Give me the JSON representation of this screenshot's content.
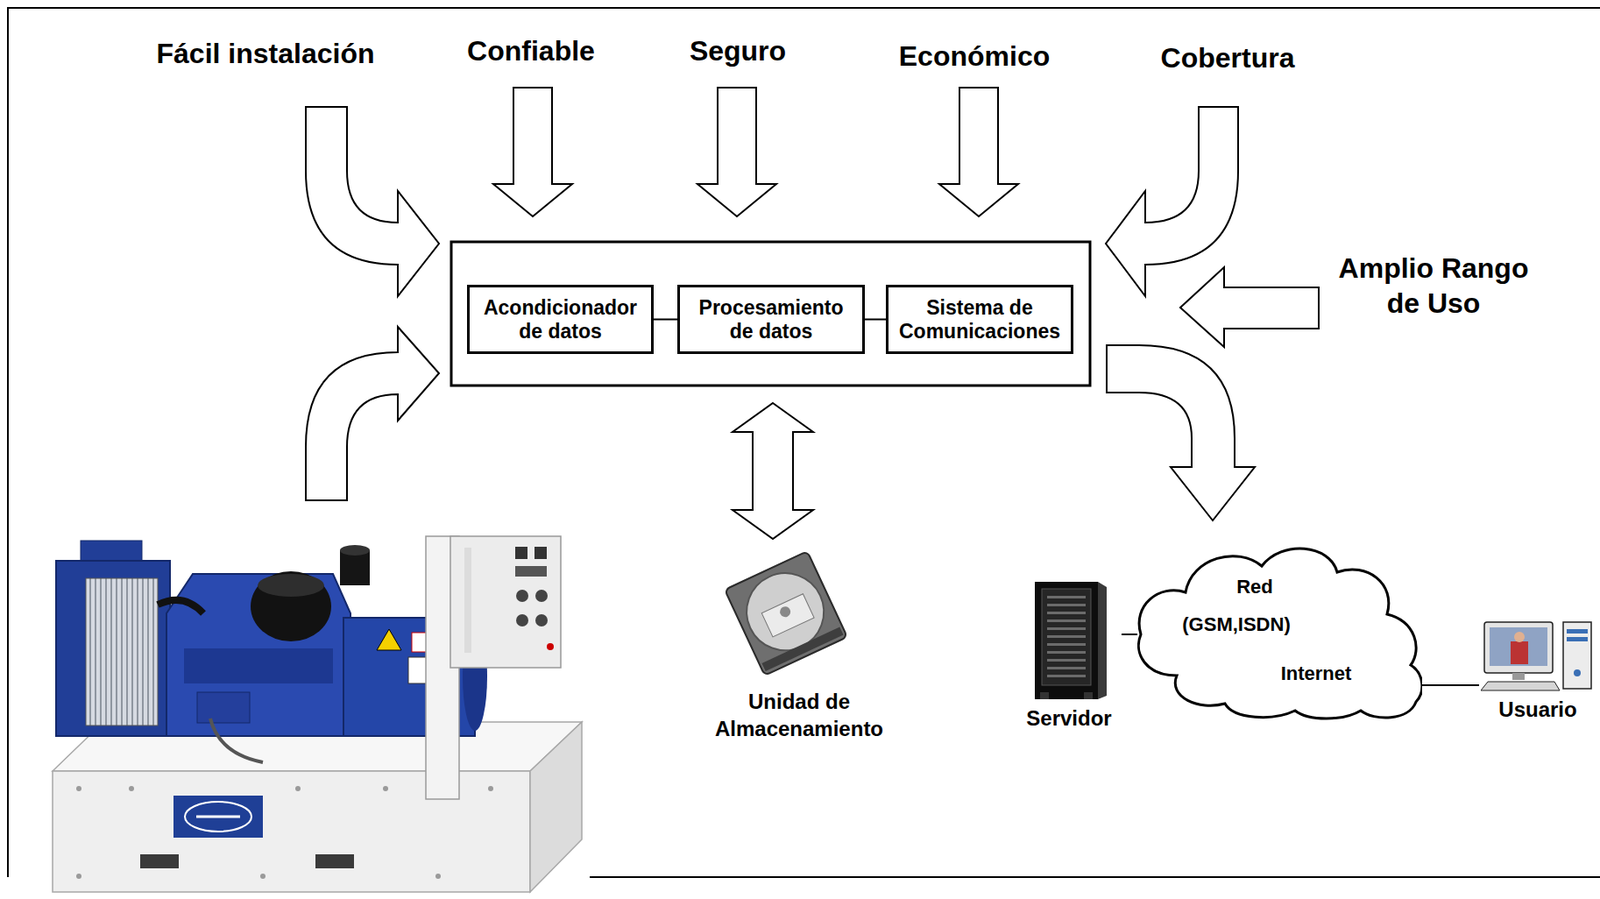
{
  "diagram": {
    "nodes": [
      {
        "text": [
          "Acondicionador de datos"
        ]
      },
      {
        "text": [
          "Procesamiento de datos"
        ]
      },
      {
        "text": [
          "Sistema de Comunicaciones"
        ]
      },
      {
        "text": [
          "Servidor"
        ]
      },
      {
        "text": [
          "Red",
          "(GSM,ISDN)",
          "Internet"
        ]
      },
      {
        "text": [
          "Usuario"
        ]
      }
    ],
    "edges": [
      {
        "from": 0,
        "to": 1,
        "arrow": "none"
      },
      {
        "from": 1,
        "to": 2,
        "arrow": "none"
      },
      {
        "from": 3,
        "to": 4,
        "arrow": "none"
      },
      {
        "from": 4,
        "to": 5,
        "arrow": "none"
      }
    ],
    "labels": [
      "Fácil instalación",
      "Confiable",
      "Seguro",
      "Económico",
      "Cobertura",
      "Amplio Rango de Uso",
      "Unidad de Almacenamiento"
    ]
  }
}
